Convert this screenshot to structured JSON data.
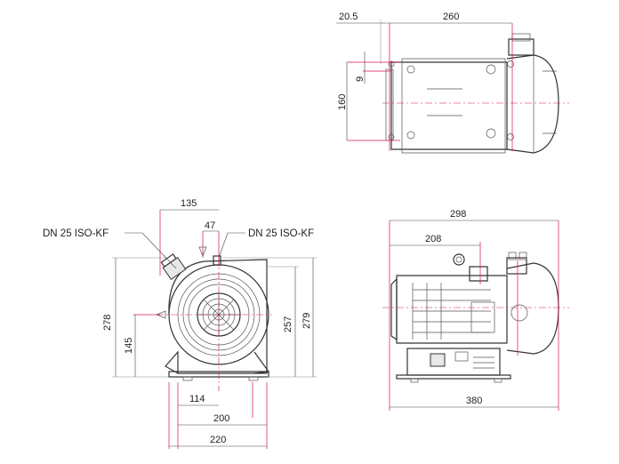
{
  "dimensions": {
    "top_offset": "20.5",
    "top_length": "260",
    "top_hole": "9",
    "top_width": "160",
    "front_135": "135",
    "front_47": "47",
    "front_278": "278",
    "front_145": "145",
    "front_257": "257",
    "front_279": "279",
    "front_114": "114",
    "front_200": "200",
    "front_220": "220",
    "side_298": "298",
    "side_208": "208",
    "side_380": "380"
  },
  "labels": {
    "dn_left": "DN 25 ISO-KF",
    "dn_right": "DN 25 ISO-KF"
  },
  "colors": {
    "line": "#333333",
    "centerline": "#d4145a"
  }
}
